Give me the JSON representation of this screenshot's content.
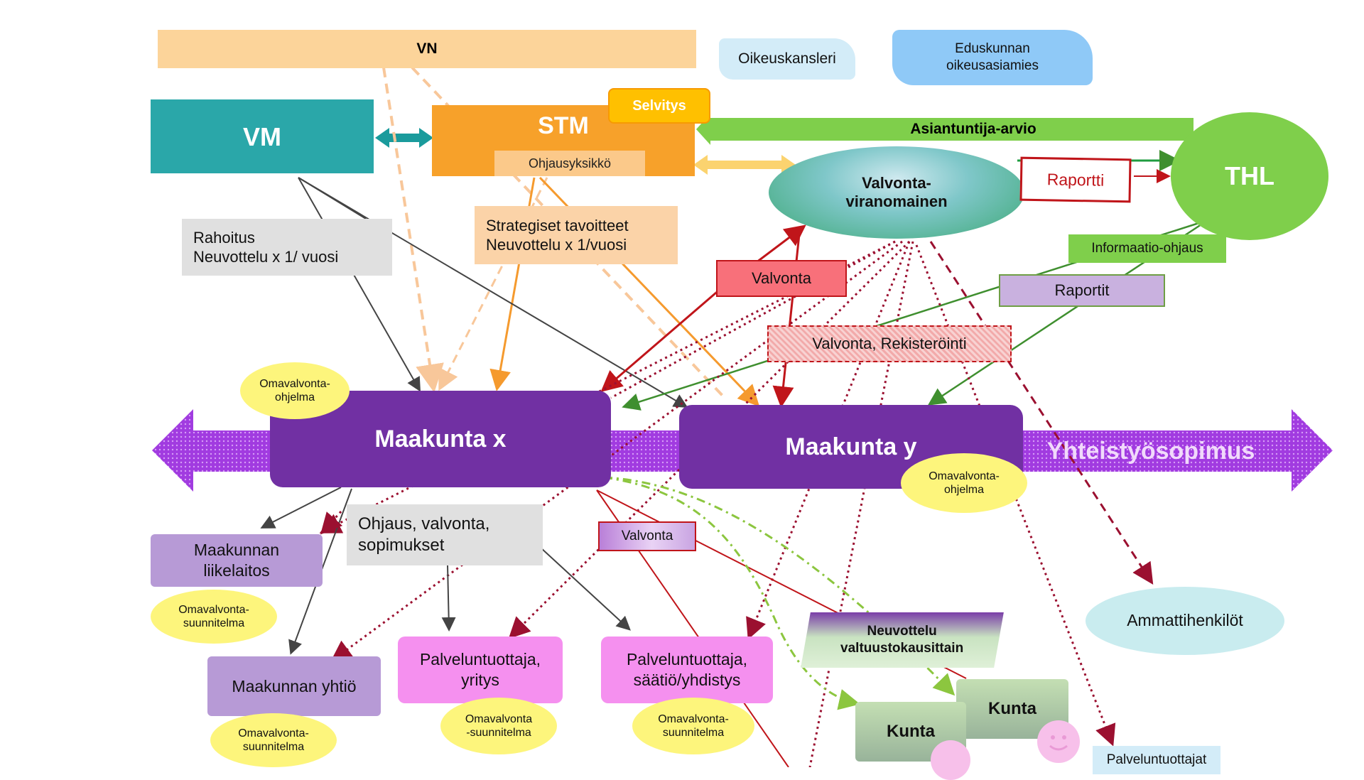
{
  "colors": {
    "vn": "#fcd49a",
    "vm": "#2aa7a9",
    "stm": "#f7a12a",
    "selvitys": "#ffc000",
    "thl": "#7fcf4b",
    "purple": "#7130a3",
    "red": "#c0392b",
    "lightgray": "#e0e0e0",
    "pink": "#f590ef",
    "lavender": "#b79ad6",
    "yellow": "#fdf57c"
  },
  "nodes": {
    "vn": "VN",
    "oikeuskansleri": "Oikeuskansleri",
    "eduskunnan": "Eduskunnan\noikeusasiamies",
    "vm": "VM",
    "stm": "STM",
    "selvitys": "Selvitys",
    "ohjausyksikko": "Ohjausyksikkö",
    "asiantuntija": "Asiantuntija-arvio",
    "thl": "THL",
    "valvontaviranomainen": "Valvonta-\nviranomainen",
    "raportti": "Raportti",
    "rahoitus": "Rahoitus\nNeuvottelu x 1/ vuosi",
    "strategiset": "Strategiset tavoitteet\nNeuvottelu x 1/vuosi",
    "informaatio": "Informaatio-ohjaus",
    "valvonta_top": "Valvonta",
    "raportit": "Raportit",
    "valvonta_rek": "Valvonta, Rekisteröinti",
    "omav_ohjelma_x": "Omavalvonta-\nohjelma",
    "maakunta_x": "Maakunta x",
    "maakunta_y": "Maakunta y",
    "yhteistyosopimus": "Yhteistyösopimus",
    "omav_ohjelma_y": "Omavalvonta-\nohjelma",
    "ohjaus": "Ohjaus, valvonta,\nsopimukset",
    "valvonta_mid": "Valvonta",
    "liikelaitos": "Maakunnan\nliikelaitos",
    "omav_suunn_1": "Omavalvonta-\nsuunnitelma",
    "yhtio": "Maakunnan yhtiö",
    "omav_suunn_2": "Omavalvonta-\nsuunnitelma",
    "palvelu_yritys": "Palveluntuottaja,\nyritys",
    "omav_suunn_3": "Omavalvonta\n-suunnitelma",
    "palvelu_saatio": "Palveluntuottaja,\nsäätiö/yhdistys",
    "omav_suunn_4": "Omavalvonta-\nsuunnitelma",
    "neuvottelu": "Neuvottelu\nvaltuustokausittain",
    "ammattihenkilot": "Ammattihenkilöt",
    "kunta1": "Kunta",
    "kunta2": "Kunta",
    "palveluntuottajat": "Palveluntuottajat"
  }
}
